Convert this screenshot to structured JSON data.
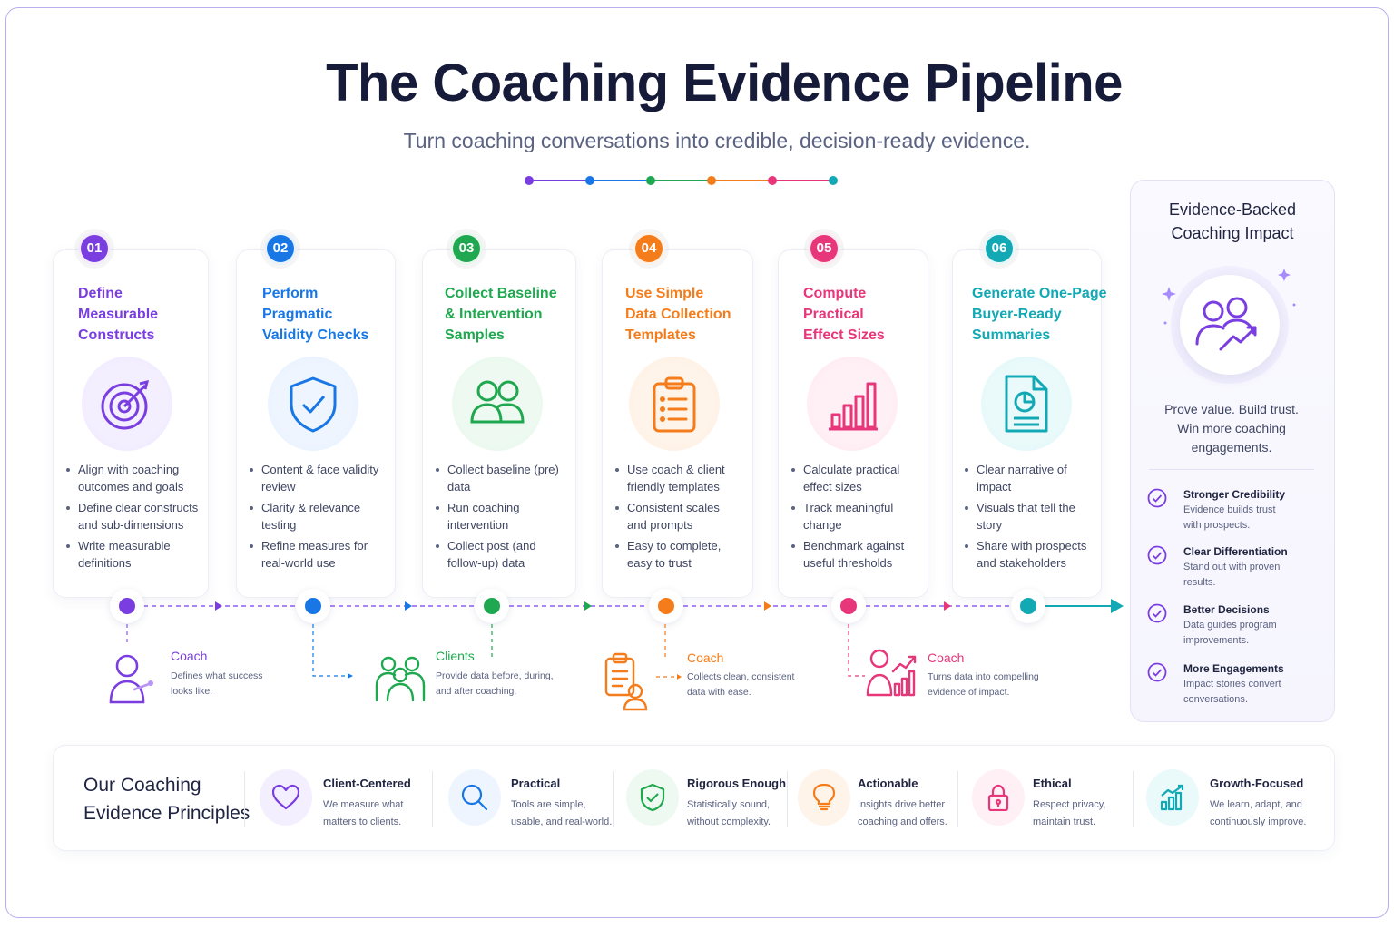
{
  "header": {
    "title": "The Coaching Evidence Pipeline",
    "subtitle": "Turn coaching conversations into credible, decision-ready evidence."
  },
  "colors": {
    "purple": "#7a3ee0",
    "blue": "#1877e5",
    "green": "#1fa84f",
    "orange": "#f57c1a",
    "pink": "#e8367a",
    "teal": "#12a9b5"
  },
  "steps": [
    {
      "number": "01",
      "title": [
        "Define",
        "Measurable",
        "Constructs"
      ],
      "icon": "target-icon",
      "bullets": [
        [
          "Align with coaching",
          "outcomes and goals"
        ],
        [
          "Define clear constructs",
          "and sub-dimensions"
        ],
        [
          "Write measurable",
          "definitions"
        ]
      ]
    },
    {
      "number": "02",
      "title": [
        "Perform",
        "Pragmatic",
        "Validity Checks"
      ],
      "icon": "shield-check-icon",
      "bullets": [
        [
          "Content & face validity",
          "review"
        ],
        [
          "Clarity & relevance",
          "testing"
        ],
        [
          "Refine measures for",
          "real-world use"
        ]
      ]
    },
    {
      "number": "03",
      "title": [
        "Collect Baseline",
        "& Intervention",
        "Samples"
      ],
      "icon": "people-icon",
      "bullets": [
        [
          "Collect baseline (pre)",
          "data"
        ],
        [
          "Run coaching",
          "intervention"
        ],
        [
          "Collect post (and",
          "follow-up) data"
        ]
      ]
    },
    {
      "number": "04",
      "title": [
        "Use Simple",
        "Data Collection",
        "Templates"
      ],
      "icon": "clipboard-icon",
      "bullets": [
        [
          "Use coach & client",
          "friendly templates"
        ],
        [
          "Consistent scales",
          "and prompts"
        ],
        [
          "Easy to complete,",
          "easy to trust"
        ]
      ]
    },
    {
      "number": "05",
      "title": [
        "Compute",
        "Practical",
        "Effect Sizes"
      ],
      "icon": "bar-chart-icon",
      "bullets": [
        [
          "Calculate practical",
          "effect sizes"
        ],
        [
          "Track meaningful",
          "change"
        ],
        [
          "Benchmark against",
          "useful thresholds"
        ]
      ]
    },
    {
      "number": "06",
      "title": [
        "Generate One-Page",
        "Buyer-Ready",
        "Summaries"
      ],
      "icon": "report-icon",
      "bullets": [
        [
          "Clear narrative of",
          "impact"
        ],
        [
          "Visuals that tell the",
          "story"
        ],
        [
          "Share with prospects",
          "and stakeholders"
        ]
      ]
    }
  ],
  "roles": [
    {
      "label": "Coach",
      "desc": [
        "Defines what success",
        "looks like."
      ],
      "icon": "coach-person-icon"
    },
    {
      "label": "Clients",
      "desc": [
        "Provide data before, during,",
        "and after coaching."
      ],
      "icon": "clients-group-icon"
    },
    {
      "label": "Coach",
      "desc": [
        "Collects clean, consistent",
        "data with ease."
      ],
      "icon": "coach-clipboard-icon"
    },
    {
      "label": "Coach",
      "desc": [
        "Turns data into compelling",
        "evidence of impact."
      ],
      "icon": "coach-chart-icon"
    }
  ],
  "impact": {
    "title": [
      "Evidence-Backed",
      "Coaching Impact"
    ],
    "text": [
      "Prove value. Build trust.",
      "Win more coaching",
      "engagements."
    ],
    "benefits": [
      {
        "title": "Stronger Credibility",
        "desc": [
          "Evidence builds trust",
          "with prospects."
        ]
      },
      {
        "title": "Clear Differentiation",
        "desc": [
          "Stand out with proven",
          "results."
        ]
      },
      {
        "title": "Better Decisions",
        "desc": [
          "Data guides program",
          "improvements."
        ]
      },
      {
        "title": "More Engagements",
        "desc": [
          "Impact stories convert",
          "conversations."
        ]
      }
    ]
  },
  "principles": {
    "title": [
      "Our Coaching",
      "Evidence Principles"
    ],
    "items": [
      {
        "name": "Client-Centered",
        "desc": [
          "We measure what",
          "matters to clients."
        ],
        "icon": "heart-icon"
      },
      {
        "name": "Practical",
        "desc": [
          "Tools are simple,",
          "usable, and real-world."
        ],
        "icon": "search-icon"
      },
      {
        "name": "Rigorous Enough",
        "desc": [
          "Statistically sound,",
          "without complexity."
        ],
        "icon": "shield-check-icon"
      },
      {
        "name": "Actionable",
        "desc": [
          "Insights drive better",
          "coaching and offers."
        ],
        "icon": "lightbulb-icon"
      },
      {
        "name": "Ethical",
        "desc": [
          "Respect privacy,",
          "maintain trust."
        ],
        "icon": "lock-icon"
      },
      {
        "name": "Growth-Focused",
        "desc": [
          "We learn, adapt, and",
          "continuously improve."
        ],
        "icon": "growth-chart-icon"
      }
    ]
  }
}
